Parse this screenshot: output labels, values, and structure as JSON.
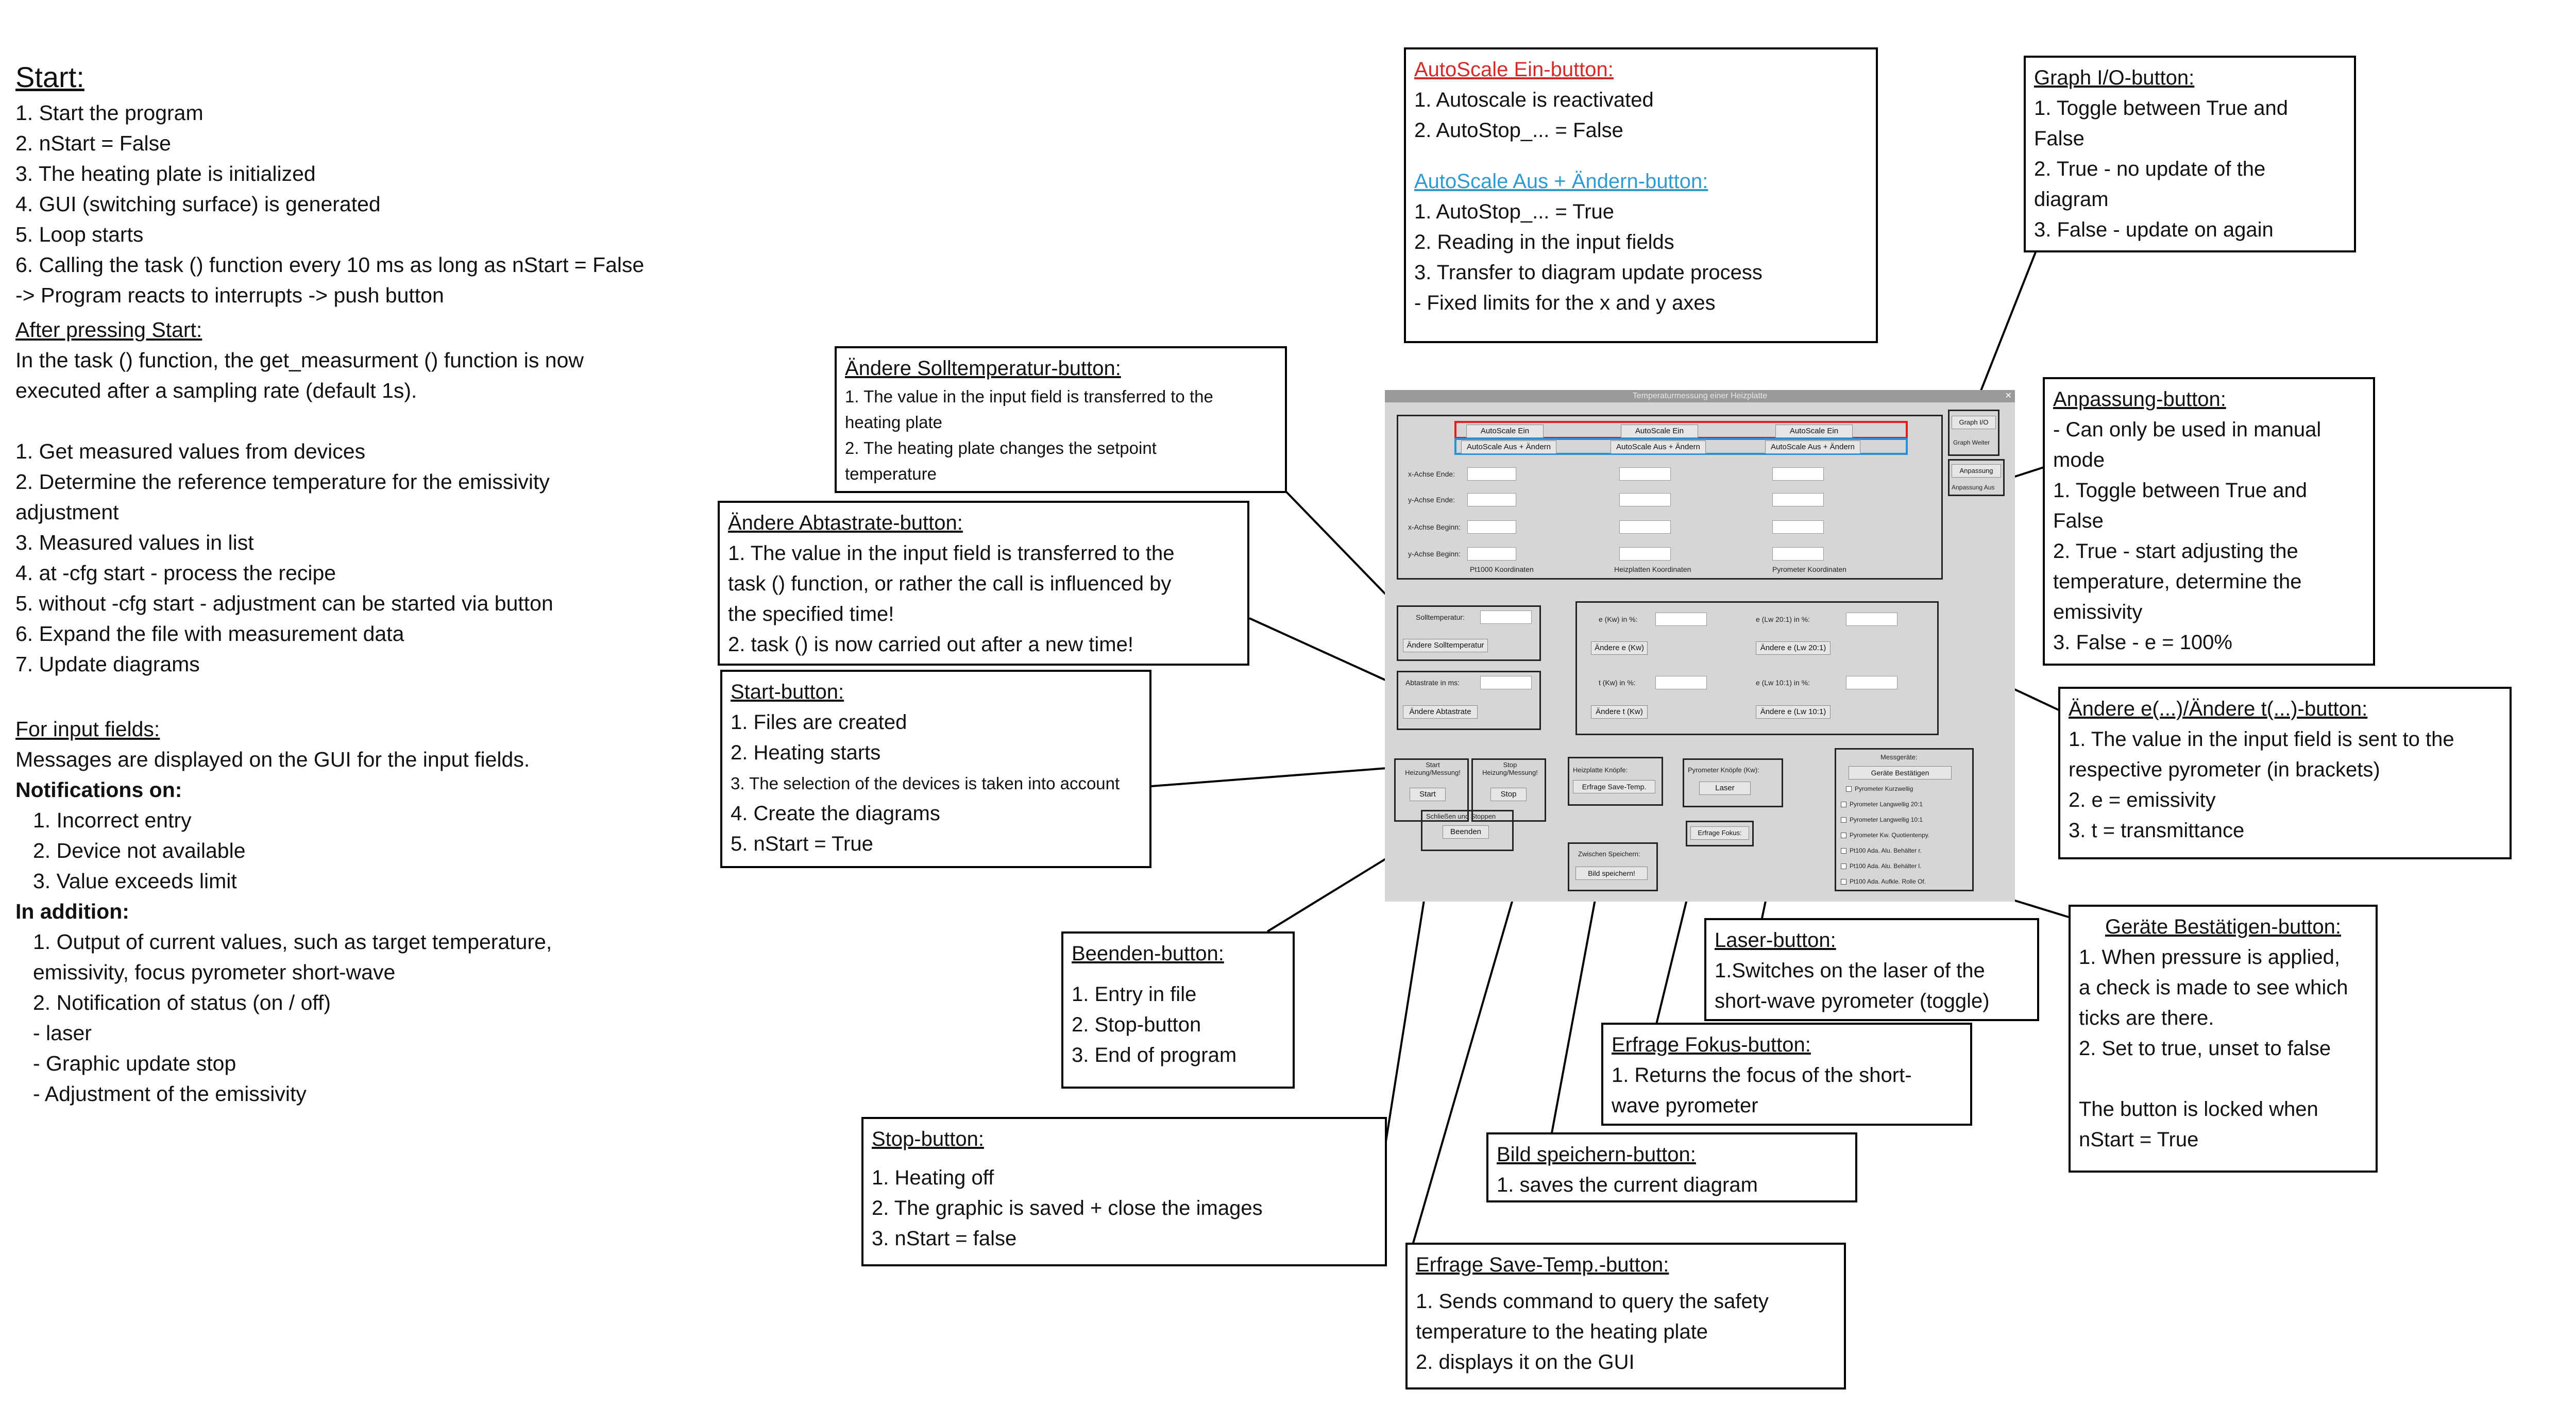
{
  "left_panel": {
    "title": "Start:",
    "start_steps": [
      "1. Start the program",
      "2. nStart = False",
      "3. The heating plate is initialized",
      "4. GUI (switching surface) is generated",
      "5. Loop starts",
      "6. Calling the task () function every 10 ms as long as nStart = False",
      "-> Program reacts to interrupts -> push button"
    ],
    "after_start_heading": "After pressing Start:",
    "after_start_intro": [
      "In the task () function, the get_measurment () function is now",
      "executed after a sampling rate (default 1s)."
    ],
    "after_start_steps": [
      "1. Get measured values from devices",
      "2. Determine the reference temperature for the emissivity",
      "adjustment",
      "3. Measured values in list",
      "4. at -cfg start - process the recipe",
      "5. without -cfg start - adjustment can be started via button",
      "6. Expand the file with measurement data",
      "7. Update diagrams"
    ],
    "input_heading": "For input fields:",
    "input_text": "Messages are displayed on the GUI for the input fields.",
    "notifications_heading": "Notifications on:",
    "notifications": [
      "1. Incorrect entry",
      "2. Device not available",
      "3. Value exceeds limit"
    ],
    "addition_heading": "In addition:",
    "addition": [
      "1. Output of current values, such as target temperature,",
      "emissivity, focus pyrometer short-wave",
      "2. Notification of status (on / off)",
      "- laser",
      "- Graphic update stop",
      "- Adjustment of the emissivity"
    ]
  },
  "boxes": {
    "autoscale": {
      "title_ein": "AutoScale Ein-button:",
      "ein_lines": [
        "1. Autoscale is reactivated",
        "2. AutoStop_... = False"
      ],
      "title_aus": "AutoScale Aus + Ändern-button:",
      "aus_lines": [
        "1. AutoStop_... = True",
        "2. Reading in the input fields",
        "3. Transfer to diagram update process",
        "- Fixed limits for the x and y axes"
      ],
      "title_ein_color": "#d42a2a",
      "title_aus_color": "#2e9bd0"
    },
    "graph_io": {
      "title": "Graph I/O-button:",
      "lines": [
        "1. Toggle between True and",
        "False",
        "2. True - no update of the",
        "diagram",
        "3. False - update on again"
      ]
    },
    "anpassung": {
      "title": "Anpassung-button:",
      "lines": [
        "- Can only be used in manual",
        "mode",
        "1. Toggle between True and",
        "False",
        "2. True - start adjusting the",
        "temperature, determine the",
        "emissivity",
        "3. False - e = 100%"
      ]
    },
    "solltemp": {
      "title": "Ändere Solltemperatur-button:",
      "lines": [
        "1. The value in the input field is transferred to the",
        "heating plate",
        "2. The heating plate changes the setpoint",
        "temperature"
      ]
    },
    "abtastrate": {
      "title": "Ändere Abtastrate-button:",
      "lines": [
        "1. The value in the input field is transferred to the",
        "task () function, or rather the call is influenced by",
        "the specified time!",
        "2. task () is now carried out after a new time!"
      ]
    },
    "start": {
      "title": "Start-button:",
      "lines": [
        "1. Files are created",
        "2. Heating starts"
      ],
      "small_line": "3. The selection of the devices is taken into account",
      "lines2": [
        "4. Create the diagrams",
        "5. nStart = True"
      ]
    },
    "aendere_e": {
      "title": "Ändere e(...)/Ändere t(...)-button:",
      "lines": [
        "1. The value in the input field is sent to the",
        "respective pyrometer (in brackets)",
        "2. e = emissivity",
        "3. t = transmittance"
      ]
    },
    "beenden": {
      "title": "Beenden-button:",
      "lines": [
        "1. Entry in file",
        "2. Stop-button",
        "3. End of program"
      ]
    },
    "geraete": {
      "title": "Geräte Bestätigen-button:",
      "lines": [
        "1. When pressure is applied,",
        "a check is made to see which",
        "ticks are there.",
        "2. Set to true, unset to false"
      ],
      "lines2": [
        "The button is locked when",
        "nStart = True"
      ]
    },
    "laser": {
      "title": "Laser-button:",
      "lines": [
        "1.Switches on the laser of the",
        "short-wave pyrometer (toggle)"
      ]
    },
    "fokus": {
      "title": "Erfrage Fokus-button:",
      "lines": [
        "1. Returns the focus of the short-",
        "wave pyrometer"
      ]
    },
    "bild": {
      "title": "Bild speichern-button:",
      "lines": [
        "1. saves the current diagram"
      ]
    },
    "stop": {
      "title": "Stop-button:",
      "lines": [
        "1. Heating off",
        "2. The graphic is saved + close the images",
        "3. nStart = false"
      ]
    },
    "savetemp": {
      "title": "Erfrage Save-Temp.-button:",
      "lines": [
        "1. Sends command to query the safety",
        "temperature to the heating plate",
        "2. displays it on the GUI"
      ]
    }
  },
  "gui": {
    "window_title": "Temperaturmessung einer Heizplatte",
    "close_glyph": "✕",
    "autoscale_ein": "AutoScale Ein",
    "autoscale_aus": "AutoScale Aus + Ändern",
    "axis_labels": [
      "x-Achse Ende:",
      "y-Achse Ende:",
      "x-Achse Beginn:",
      "y-Achse Beginn:"
    ],
    "column_labels": [
      "Pt1000 Koordinaten",
      "Heizplatten Koordinaten",
      "Pyrometer Koordinaten"
    ],
    "graph_io": "Graph I/O",
    "graph_weiter": "Graph Weiter",
    "anpassung": "Anpassung",
    "anpassung_aus": "Anpassung Aus",
    "solltemperatur_label": "Solltemperatur:",
    "aendere_solltemperatur": "Ändere Solltemperatur",
    "abtastrate_label": "Abtastrate in ms:",
    "aendere_abtastrate": "Ändere Abtastrate",
    "e_kw_label": "e (Kw) in %:",
    "e_lw20_label": "e (Lw 20:1) in %:",
    "aendere_e_kw": "Ändere e (Kw)",
    "aendere_e_lw20": "Ändere e (Lw 20:1)",
    "t_kw_label": "t (Kw) in %:",
    "e_lw10_label": "e (Lw 10:1) in %:",
    "aendere_t_kw": "Ändere t (Kw)",
    "aendere_e_lw10": "Ändere e (Lw 10:1)",
    "start_label": "Start Heizung/Messung!",
    "start_btn": "Start",
    "stop_label": "Stop Heizung/Messung!",
    "stop_btn": "Stop",
    "schliessen_label": "Schließen und Stoppen",
    "beenden_btn": "Beenden",
    "heizplatte_knoepfe": "Heizplatte Knöpfe:",
    "erfrage_save_temp": "Erfrage Save-Temp.",
    "pyrometer_knoepfe": "Pyrometer Knöpfe (Kw):",
    "laser_btn": "Laser",
    "erfrage_fokus": "Erfrage Fokus:",
    "zwischen_speichern": "Zwischen Speichern:",
    "bild_speichern": "Bild speichern!",
    "messgeraete": "Messgeräte:",
    "geraete_bestaetigen": "Geräte Bestätigen",
    "devices": [
      "Pyrometer Kurzwellig",
      "Pyrometer Langwellig 20:1",
      "Pyrometer Langwellig 10:1",
      "Pyrometer Kw. Quotientenpy.",
      "Pt100 Ada. Alu. Behälter r.",
      "Pt100 Ada. Alu. Behälter l.",
      "Pt100 Ada. Aufkle. Rolle Of."
    ],
    "red_highlight": "#e01e1e",
    "blue_highlight": "#2b8fd6"
  }
}
